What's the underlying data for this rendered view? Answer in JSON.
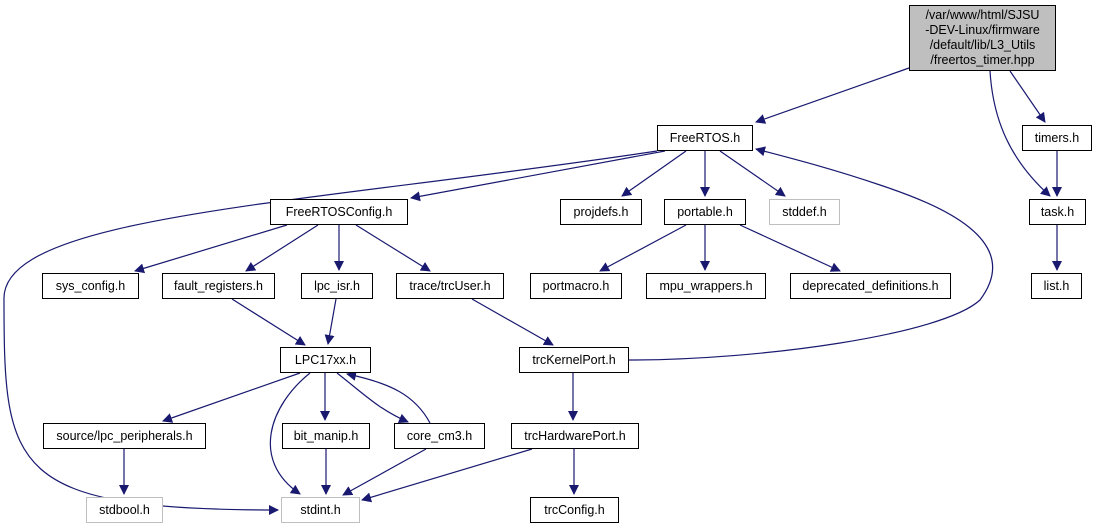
{
  "colors": {
    "edge": "#191970",
    "node_border": "#000000",
    "missing_node_border": "#bfbfbf",
    "root_fill": "#bfbfbf",
    "background": "#ffffff"
  },
  "nodes": {
    "root": {
      "lines": [
        "/var/www/html/SJSU",
        "-DEV-Linux/firmware",
        "/default/lib/L3_Utils",
        "/freertos_timer.hpp"
      ]
    },
    "freertos": {
      "label": "FreeRTOS.h"
    },
    "timers": {
      "label": "timers.h"
    },
    "task": {
      "label": "task.h"
    },
    "list": {
      "label": "list.h"
    },
    "freertosconfig": {
      "label": "FreeRTOSConfig.h"
    },
    "projdefs": {
      "label": "projdefs.h"
    },
    "portable": {
      "label": "portable.h"
    },
    "stddef": {
      "label": "stddef.h"
    },
    "sys_config": {
      "label": "sys_config.h"
    },
    "fault_registers": {
      "label": "fault_registers.h"
    },
    "lpc_isr": {
      "label": "lpc_isr.h"
    },
    "trcuser": {
      "label": "trace/trcUser.h"
    },
    "portmacro": {
      "label": "portmacro.h"
    },
    "mpu_wrappers": {
      "label": "mpu_wrappers.h"
    },
    "deprecated": {
      "label": "deprecated_definitions.h"
    },
    "lpc17xx": {
      "label": "LPC17xx.h"
    },
    "trckernelport": {
      "label": "trcKernelPort.h"
    },
    "lpc_peripherals": {
      "label": "source/lpc_peripherals.h"
    },
    "bit_manip": {
      "label": "bit_manip.h"
    },
    "core_cm3": {
      "label": "core_cm3.h"
    },
    "trchardwareport": {
      "label": "trcHardwarePort.h"
    },
    "stdbool": {
      "label": "stdbool.h"
    },
    "stdint": {
      "label": "stdint.h"
    },
    "trcconfig": {
      "label": "trcConfig.h"
    }
  },
  "edges": [
    [
      "root",
      "freertos"
    ],
    [
      "root",
      "timers"
    ],
    [
      "root",
      "task"
    ],
    [
      "timers",
      "task"
    ],
    [
      "task",
      "list"
    ],
    [
      "freertos",
      "freertosconfig"
    ],
    [
      "freertos",
      "projdefs"
    ],
    [
      "freertos",
      "portable"
    ],
    [
      "freertos",
      "stddef"
    ],
    [
      "freertos",
      "stdint"
    ],
    [
      "freertosconfig",
      "sys_config"
    ],
    [
      "freertosconfig",
      "fault_registers"
    ],
    [
      "freertosconfig",
      "lpc_isr"
    ],
    [
      "freertosconfig",
      "trcuser"
    ],
    [
      "portable",
      "portmacro"
    ],
    [
      "portable",
      "mpu_wrappers"
    ],
    [
      "portable",
      "deprecated"
    ],
    [
      "fault_registers",
      "lpc17xx"
    ],
    [
      "lpc_isr",
      "lpc17xx"
    ],
    [
      "trcuser",
      "trckernelport"
    ],
    [
      "trckernelport",
      "freertos"
    ],
    [
      "trckernelport",
      "trchardwareport"
    ],
    [
      "lpc17xx",
      "lpc_peripherals"
    ],
    [
      "lpc17xx",
      "bit_manip"
    ],
    [
      "lpc17xx",
      "core_cm3"
    ],
    [
      "lpc17xx",
      "stdint"
    ],
    [
      "core_cm3",
      "lpc17xx"
    ],
    [
      "lpc_peripherals",
      "stdbool"
    ],
    [
      "bit_manip",
      "stdint"
    ],
    [
      "core_cm3",
      "stdint"
    ],
    [
      "trchardwareport",
      "stdint"
    ],
    [
      "trchardwareport",
      "trcconfig"
    ]
  ]
}
